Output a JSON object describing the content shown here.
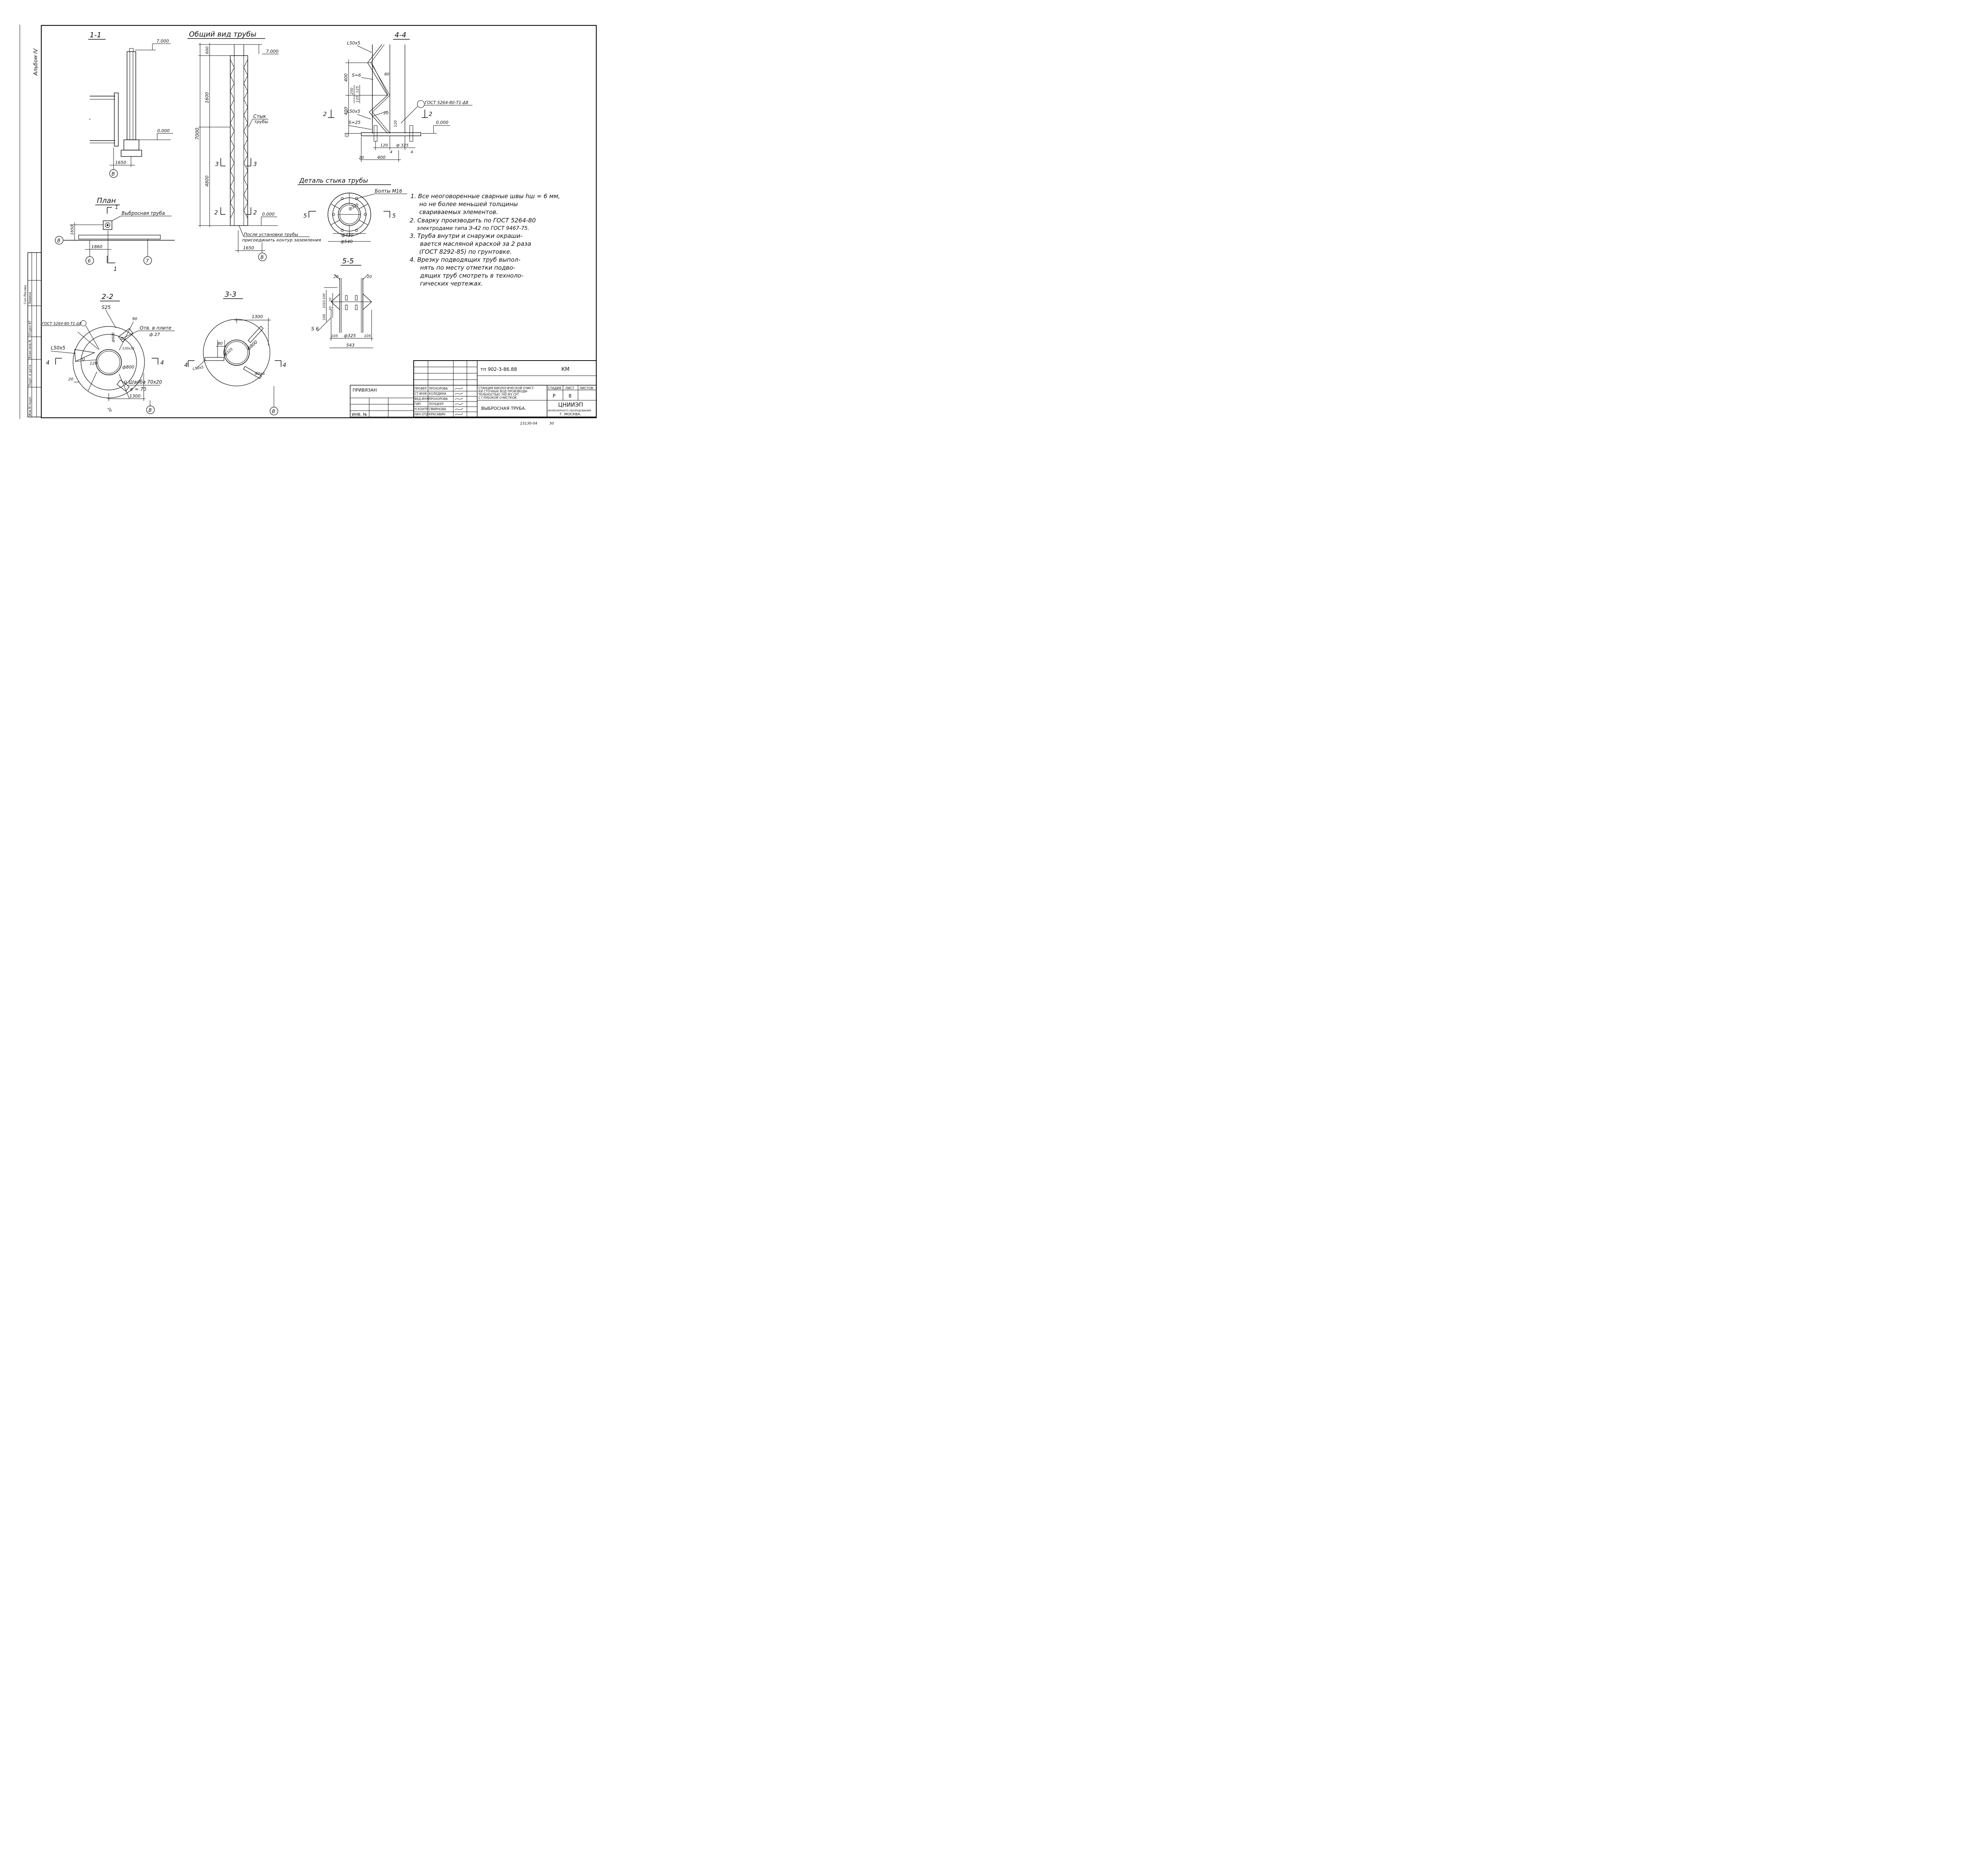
{
  "album_label": "Альбом IV",
  "titles": {
    "s11": "1-1",
    "general": "Общий вид трубы",
    "s44": "4-4",
    "plan": "План",
    "s22": "2-2",
    "s33": "3-3",
    "joint": "Деталь стыка трубы",
    "s55": "5-5"
  },
  "s11": {
    "mark_top": "7.000",
    "mark_zero": "0.000",
    "dim": "1650",
    "axis": "В"
  },
  "general": {
    "mark_top": "7.000",
    "mark_zero": "0.000",
    "dim_600": "600",
    "dim_1600": "1600",
    "dim_7000": "7000",
    "dim_4800": "4800",
    "joint_label_1": "Стык",
    "joint_label_2": "трубы",
    "cut3": "3",
    "cut2": "2",
    "note_1": "После установки трубы",
    "note_2": "присоединить контур заземления",
    "dim_1650": "1650",
    "axis": "В"
  },
  "s44": {
    "angle_top": "L50x5",
    "s6": "S=6",
    "d400a": "400",
    "d250": "250",
    "d125a": "125",
    "d125b": "125",
    "d80": "80",
    "angle_mid": "L50x5",
    "d400b": "400",
    "d20": "20",
    "d120a": "120",
    "s25": "S=25",
    "d25": "25",
    "weld": "ГОСТ 5264-80-Т1-Δ8",
    "mark_zero": "0.000",
    "cut2": "2",
    "d120b": "120",
    "phi325": "ф 325",
    "d4a": "4",
    "d4b": "4",
    "d20b": "20",
    "d400c": "400"
  },
  "plan": {
    "cut1": "1",
    "pipe_label": "Выбросная труба",
    "d1650": "1650",
    "d1860": "1860",
    "axis_b": "В",
    "axis_6": "6",
    "axis_7": "7",
    "cut1b": "1"
  },
  "joint": {
    "bolts": "Болты М16",
    "phi325": "ф325",
    "phi430": "ф430",
    "phi540": "ф540",
    "cut5a": "5",
    "cut5b": "5"
  },
  "notes": [
    "1. Все неоговоренные сварные швы hш = 6 мм,",
    "но не более меньшей толщины",
    "свариваемых элементов.",
    "2. Сварку производить по ГОСТ 5264-80",
    "электродами типа Э-42 по ГОСТ 9467-75.",
    "3. Труба внутри и снаружи окраши-",
    "вается масляной краской за 2 раза",
    "(ГОСТ 8292-85) по грунтовке.",
    "4. Врезку подводящих труб выпол-",
    "нять по месту отметки подво-",
    "дящих труб смотреть в техноло-",
    "гических чертежах."
  ],
  "s22": {
    "s25": "S25",
    "weld": "ГОСТ 5264-80-Т1-Δ8",
    "d90": "90",
    "hole_1": "Отв. в плите",
    "hole_2": "ф 27",
    "angle": "L50x5",
    "d600": "ф600",
    "d120x10": "120x10",
    "d120": "120",
    "d800": "ф800",
    "washer_1": "Шайба 70х20",
    "washer_2": "е = 70",
    "d20": "20",
    "d1300": "1300",
    "d20b": "20",
    "cut4a": "4",
    "cut4b": "4",
    "axis": "В"
  },
  "s33": {
    "d1300": "1300",
    "d80": "80",
    "phi325": "ф325",
    "phi800": "ф800",
    "angle1": "L50x5",
    "angle2": "80x6",
    "cut4a": "4",
    "cut4b": "4",
    "axis": "В"
  },
  "s55": {
    "d20a": "20",
    "d20b": "20",
    "d100": "100",
    "d10a": "10",
    "d10b": "10",
    "d100b": "100",
    "d20c": "20",
    "d20d": "20",
    "s6": "S 6",
    "d105a": "105",
    "phi325": "ф325",
    "d105b": "105",
    "d543": "543"
  },
  "left_strip": {
    "r1": "Отдел КГ",
    "r2": "Левина",
    "r3": "Сол.Лесова",
    "r4": "Взам.инв.N",
    "r5": "Инв.N подл.",
    "r6": "Подп. и дата"
  },
  "stamp": {
    "code": "тп 902-3-86.88",
    "mark": "КМ",
    "privyazan": "ПРИВЯЗАН",
    "inv": "ИНВ. №",
    "roles": [
      "ПРОВЕР.",
      "СТ.ИНЖ",
      "ВЕД.ИНЖ",
      "ГИП",
      "Н.КОНТР",
      "НАЧ.ОТД"
    ],
    "names": [
      "ПРОХОРОВА",
      "КОЛЕДИНА",
      "ПРОХОРОВА",
      "ЛОЧЦКЕР",
      "СМИРНОВА",
      "КРАСАВИН"
    ],
    "project_1": "СТАНЦИЯ БИОЛОГИЧЕСКОЙ ОЧИСТ-",
    "project_2": "КИ СТОЧНЫХ ВОД ПРОИЗВОДИ-",
    "project_3": "ТЕЛЬНОСТЬЮ 700 М3 СУТ.",
    "project_4": "С ГЛУБОКОЙ ОЧИСТКОЙ.",
    "stage_h": "СТАДИЯ",
    "sheet_h": "ЛИСТ",
    "sheets_h": "ЛИСТОВ",
    "stage": "Р",
    "sheet": "8",
    "drawing": "ВЫБРОСНАЯ ТРУБА.",
    "org_1": "ЦНИИЭП",
    "org_2": "ИНЖЕНЕРНОГО ОБОРУДОВАНИЯ",
    "org_3": "Г. МОСКВА.",
    "footer_code": "23130-04",
    "footer_page": "50"
  }
}
